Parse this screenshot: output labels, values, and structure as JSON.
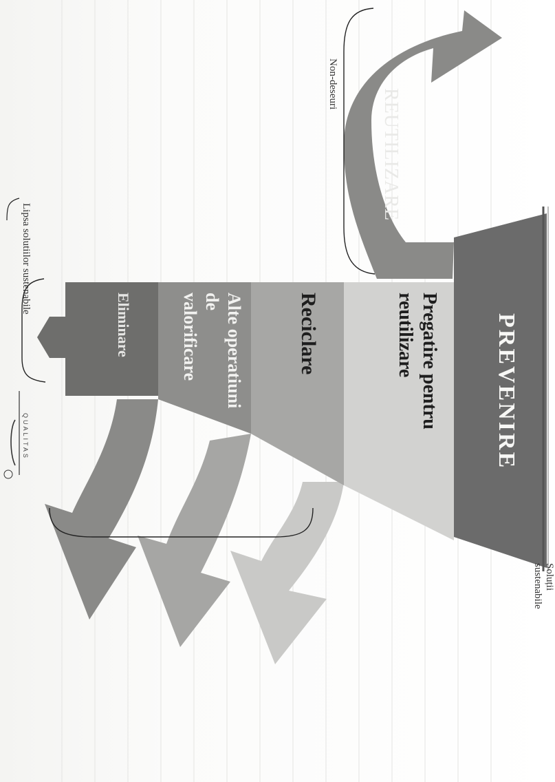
{
  "diagram": {
    "prevenire": "PREVENIRE",
    "pregatire": "Pregatire pentru reutilizare",
    "pregatire_line1": "Pregatire pentru",
    "pregatire_line2": "reutilizare",
    "reciclare": "Reciclare",
    "alte_line1": "Alte operatiuni",
    "alte_line2": "de",
    "alte_line3": "valorificare",
    "eliminare": "Eliminare",
    "reutilizare": "REUTILIZARE",
    "non_deseuri": "Non-deseuri",
    "solutii_line1": "Soluții",
    "solutii_line2": "sustenabile",
    "lipsa": "Lipsa solutiilor sustenabile",
    "logo": "QUALITAS"
  },
  "colors": {
    "prevenire": "#6b6b6b",
    "pregatire": "#d2d2d0",
    "reciclare": "#a7a7a5",
    "alte": "#8e8e8c",
    "eliminare": "#6e6e6c",
    "reutilizare": "#8a8a88",
    "arrow_light": "#c9c9c7",
    "arrow_mid": "#a6a6a4",
    "arrow_dark": "#8a8a88"
  }
}
